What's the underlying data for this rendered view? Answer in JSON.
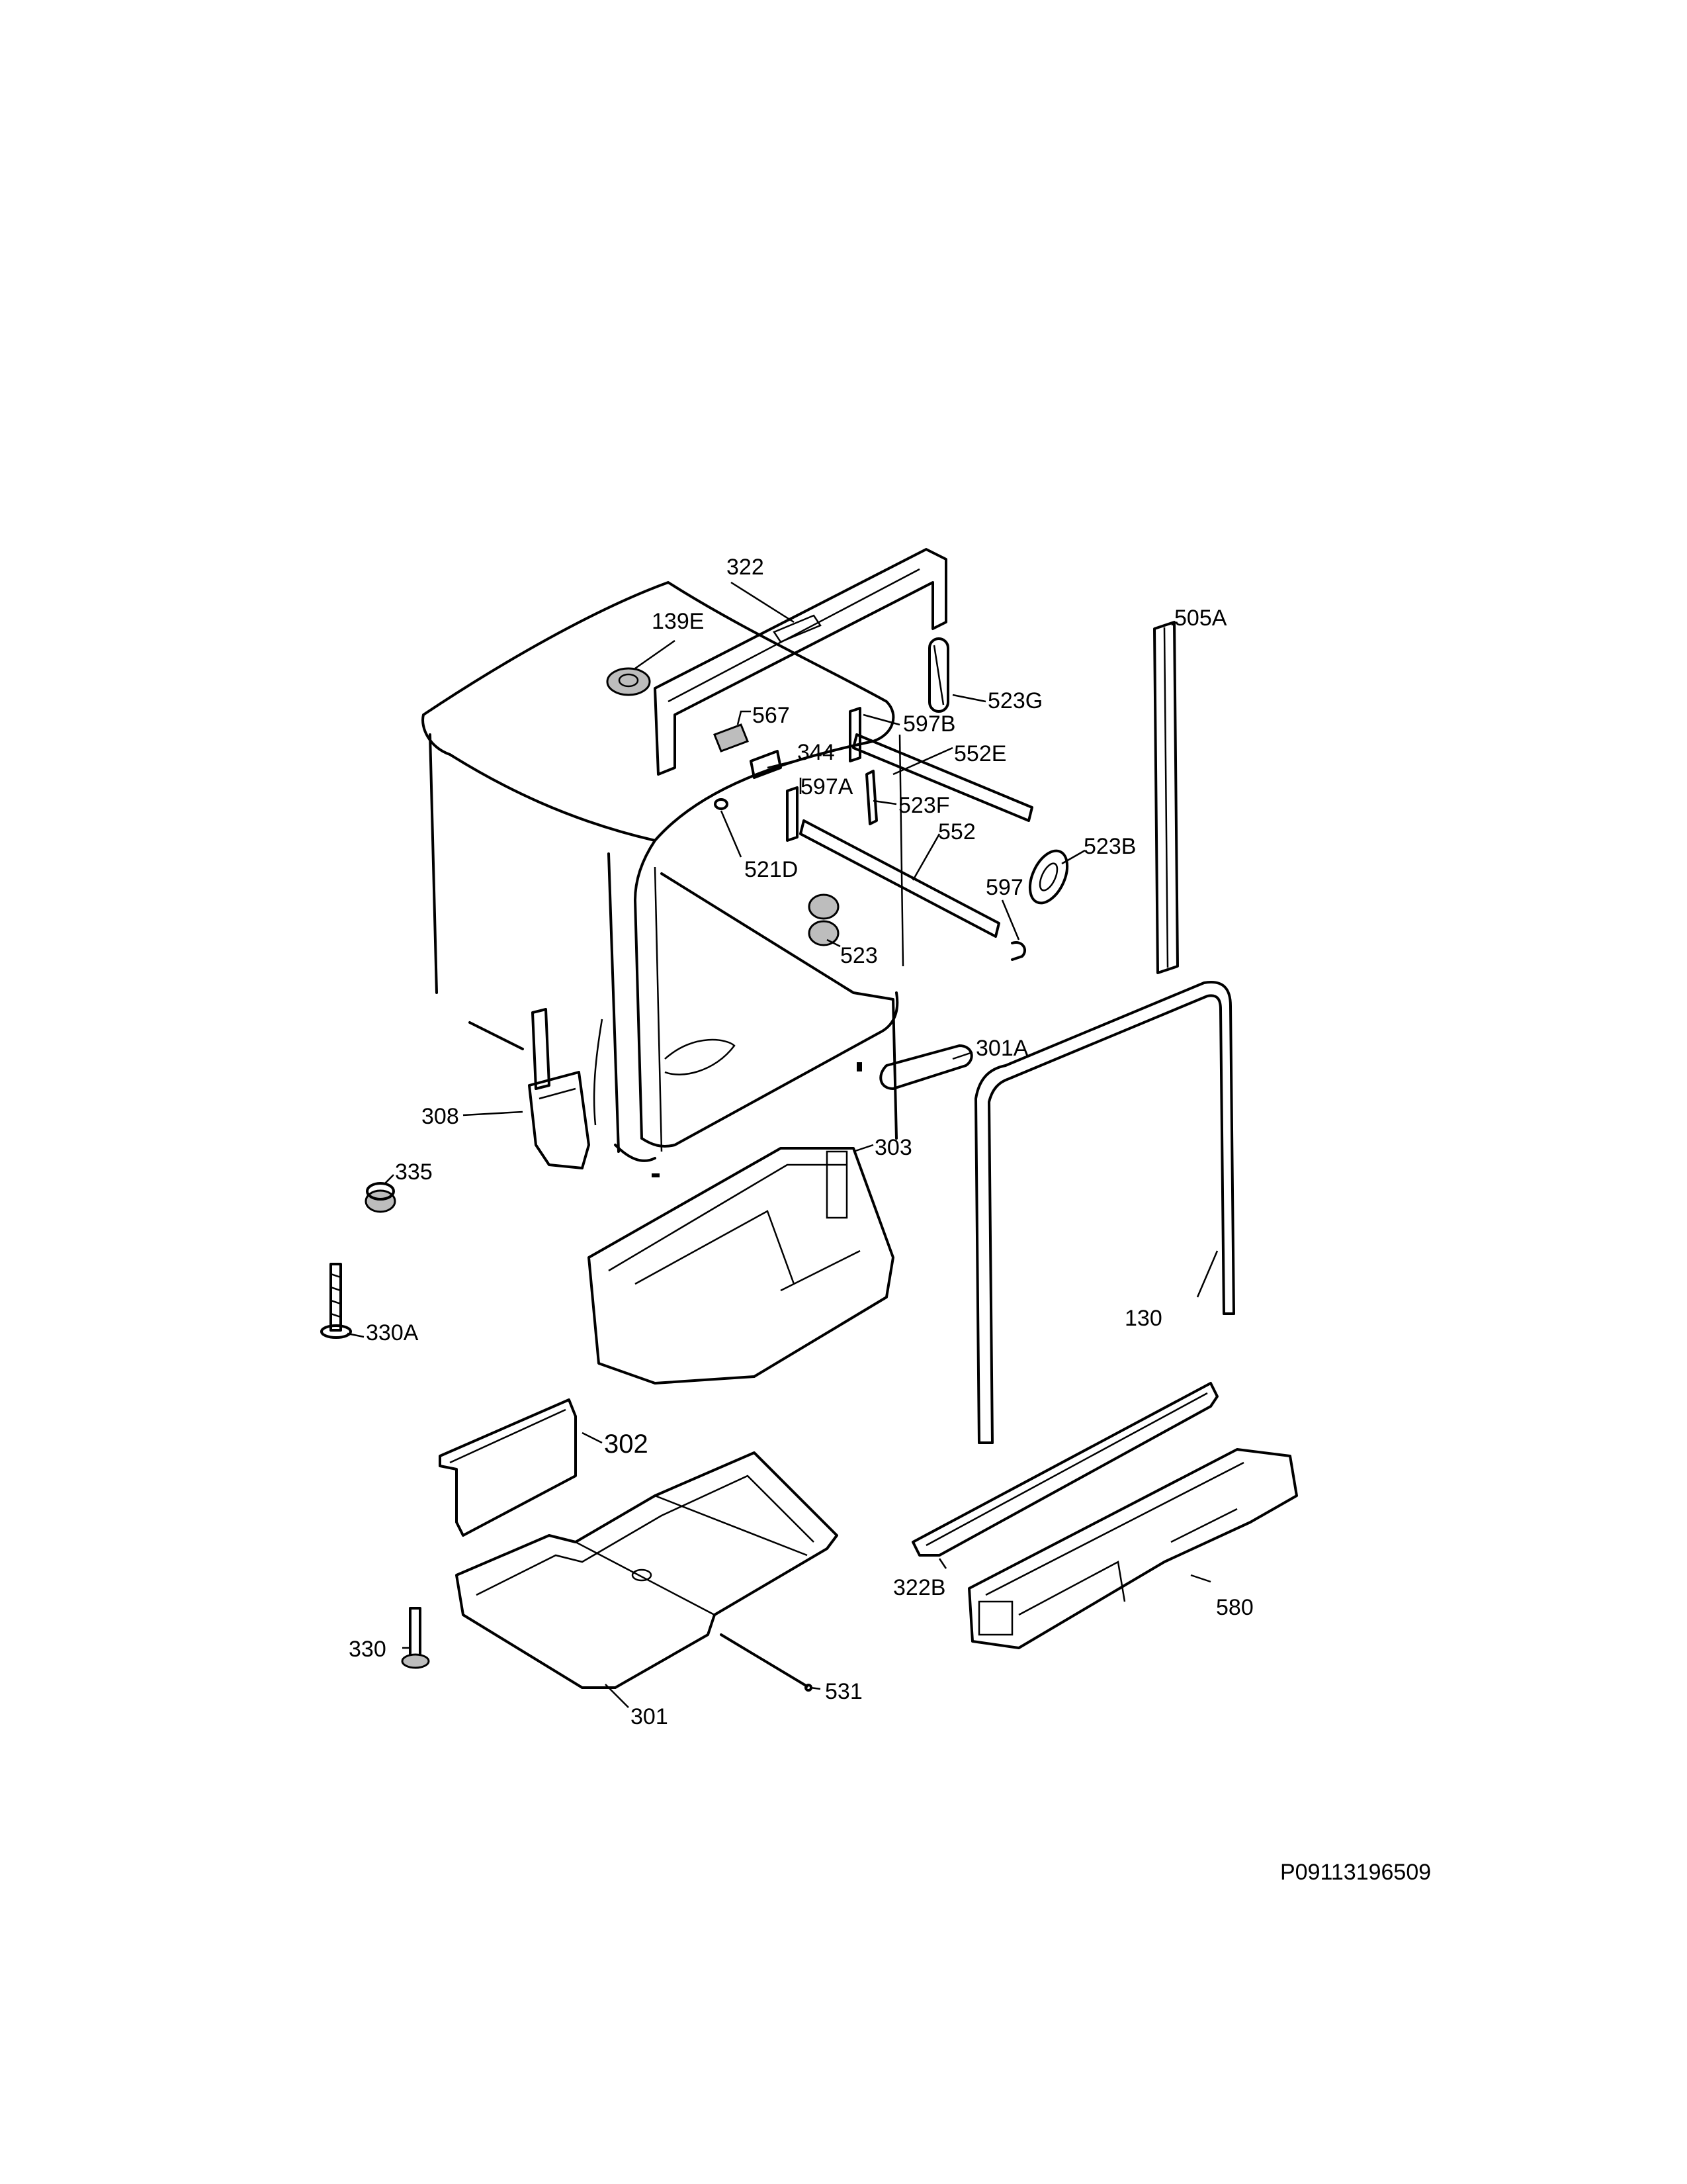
{
  "callouts": [
    {
      "id": "322",
      "label": "322"
    },
    {
      "id": "139E",
      "label": "139E"
    },
    {
      "id": "505A",
      "label": "505A"
    },
    {
      "id": "523G",
      "label": "523G"
    },
    {
      "id": "567",
      "label": "567"
    },
    {
      "id": "597B",
      "label": "597B"
    },
    {
      "id": "344",
      "label": "344"
    },
    {
      "id": "552E",
      "label": "552E"
    },
    {
      "id": "597A",
      "label": "597A"
    },
    {
      "id": "523F",
      "label": "523F"
    },
    {
      "id": "552",
      "label": "552"
    },
    {
      "id": "523B",
      "label": "523B"
    },
    {
      "id": "521D",
      "label": "521D"
    },
    {
      "id": "597",
      "label": "597"
    },
    {
      "id": "523",
      "label": "523"
    },
    {
      "id": "301A",
      "label": "301A"
    },
    {
      "id": "308",
      "label": "308"
    },
    {
      "id": "303",
      "label": "303"
    },
    {
      "id": "335",
      "label": "335"
    },
    {
      "id": "130",
      "label": "130"
    },
    {
      "id": "330A",
      "label": "330A"
    },
    {
      "id": "302",
      "label": "302"
    },
    {
      "id": "322B",
      "label": "322B"
    },
    {
      "id": "580",
      "label": "580"
    },
    {
      "id": "330",
      "label": "330"
    },
    {
      "id": "531",
      "label": "531"
    },
    {
      "id": "301",
      "label": "301"
    }
  ],
  "diagram_ref": "P09113196509"
}
